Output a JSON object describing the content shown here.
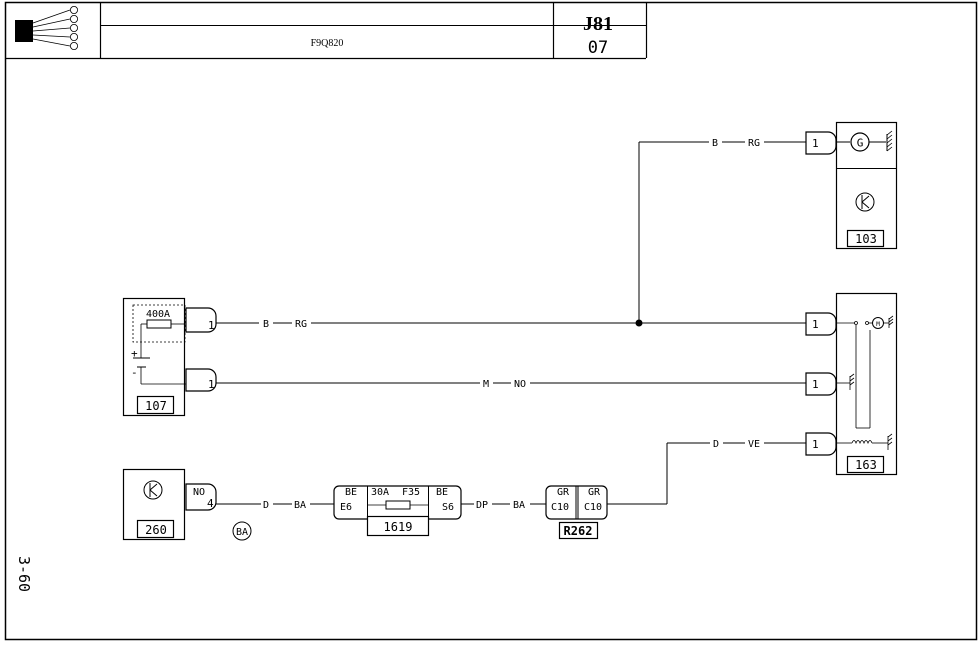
{
  "header": {
    "engine_code": "F9Q820",
    "sheet_code": "J81",
    "sheet_number": "07"
  },
  "page_side_label": "3-60",
  "components": {
    "c103": {
      "ref": "103",
      "pin": "1",
      "symbol_letter": "G"
    },
    "c107": {
      "ref": "107",
      "fuse_rating": "400A",
      "pin_top": "1",
      "pin_bottom": "1",
      "plus": "+",
      "minus": "-"
    },
    "c163": {
      "ref": "163",
      "pin1": "1",
      "pin2": "1",
      "pin3": "1"
    },
    "c260": {
      "ref": "260",
      "pin_label": "NO",
      "pin": "4"
    },
    "c1619": {
      "ref": "1619",
      "left_color": "BE",
      "right_color": "BE",
      "rating": "30A",
      "fuse_id": "F35",
      "left_pin": "E6",
      "right_pin": "S6"
    },
    "r262": {
      "ref": "R262",
      "left_color": "GR",
      "right_color": "GR",
      "left_pin": "C10",
      "right_pin": "C10"
    }
  },
  "wires": {
    "w_103": {
      "code": "B",
      "color": "RG"
    },
    "w_107_top": {
      "code": "B",
      "color": "RG"
    },
    "w_107_bottom": {
      "code": "M",
      "color": "NO"
    },
    "w_163_bottom": {
      "code": "D",
      "color": "VE"
    },
    "w_260": {
      "code": "D",
      "color": "BA"
    },
    "w_1619": {
      "code": "DP",
      "color": "BA"
    }
  },
  "harness_marker": "BA"
}
